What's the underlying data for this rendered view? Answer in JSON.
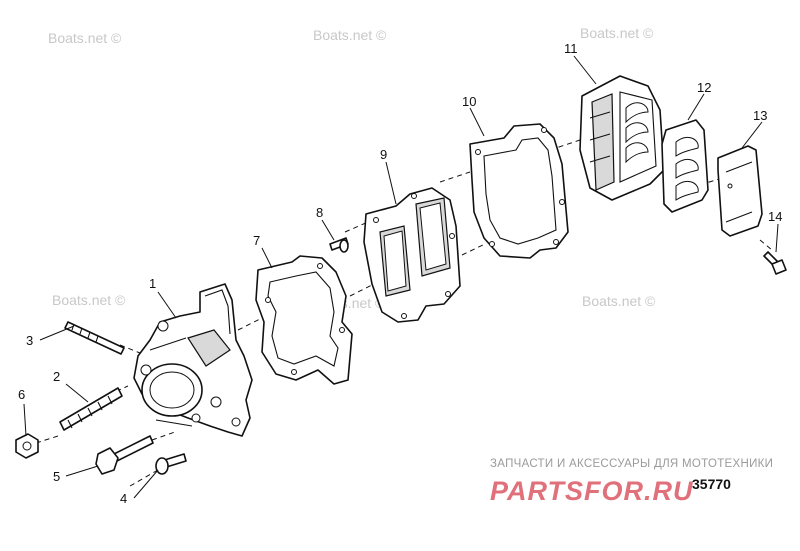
{
  "watermark": "Boats.net ©",
  "callouts": [
    "1",
    "2",
    "3",
    "4",
    "5",
    "6",
    "7",
    "8",
    "9",
    "10",
    "11",
    "12",
    "13",
    "14"
  ],
  "figure_number": "35770",
  "brand": {
    "subtitle": "ЗАПЧАСТИ И АКСЕССУАРЫ ДЛЯ МОТОТЕХНИКИ",
    "logo": "PARTSFOR.RU"
  }
}
